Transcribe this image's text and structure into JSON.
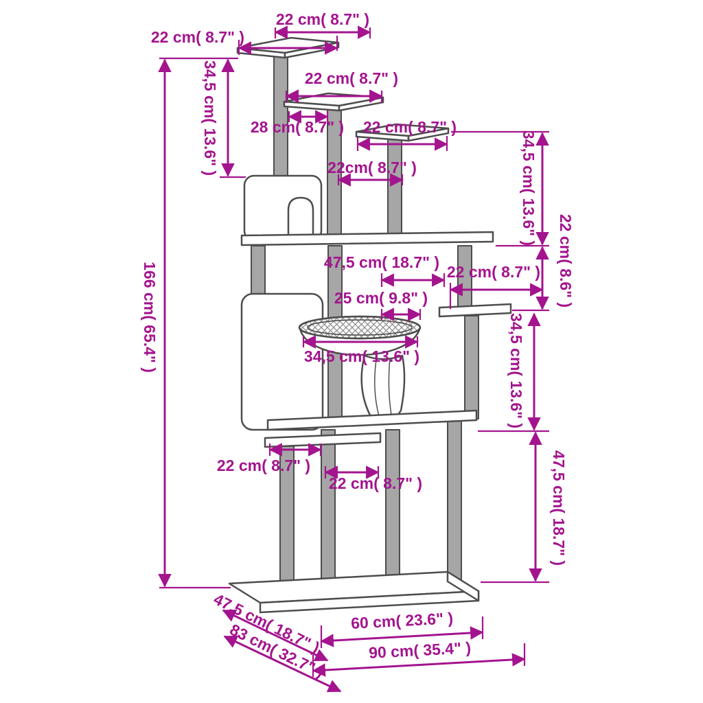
{
  "diagram": {
    "subject": "cat-tree-with-scratching-posts-dimension-diagram",
    "units": [
      "cm",
      "inches"
    ],
    "colors": {
      "dimension": "#a3148e",
      "structure_stroke": "#4d4d4d",
      "post_fill": "#a6a6a6",
      "background": "#ffffff"
    }
  },
  "labels": [
    {
      "name": "top-platform-width",
      "text": "22 cm( 8.7\" )"
    },
    {
      "name": "top-gap-width",
      "text": "22 cm( 8.7\" )"
    },
    {
      "name": "upper-left-height",
      "text": "34,5 cm( 13.6\" )"
    },
    {
      "name": "second-platform-width",
      "text": "22 cm( 8.7\" )"
    },
    {
      "name": "post-spacing-width",
      "text": "28 cm( 8.7\" )"
    },
    {
      "name": "third-platform-width",
      "text": "22 cm( 8.7\" )"
    },
    {
      "name": "third-platform-depth",
      "text": "22cm( 8.7\" )"
    },
    {
      "name": "upper-right-height",
      "text": "34,5 cm( 13.6\" )"
    },
    {
      "name": "right-mid-height",
      "text": "22 cm( 8.6\" )"
    },
    {
      "name": "total-height",
      "text": "166 cm( 65.4\" )"
    },
    {
      "name": "middle-platform-depth",
      "text": "47,5 cm( 18.7\" )"
    },
    {
      "name": "right-platform-width",
      "text": "22 cm( 8.7\" )"
    },
    {
      "name": "basket-width",
      "text": "25 cm( 9.8\" )"
    },
    {
      "name": "basket-rim-width",
      "text": "34,5 cm( 13.6\" )"
    },
    {
      "name": "right-lower-mid-height",
      "text": "34,5 cm( 13.6\" )"
    },
    {
      "name": "lower-right-height",
      "text": "47,5 cm( 18.7\" )"
    },
    {
      "name": "lower-left-platform-width",
      "text": "22 cm( 8.7\" )"
    },
    {
      "name": "lower-center-platform-width",
      "text": "22 cm( 8.7\" )"
    },
    {
      "name": "base-depth-front",
      "text": "47,5 cm( 18.7\" )"
    },
    {
      "name": "base-depth-total",
      "text": "83 cm( 32.7\" )"
    },
    {
      "name": "base-width-front",
      "text": "60 cm( 23.6\" )"
    },
    {
      "name": "base-width-total",
      "text": "90 cm( 35.4\" )"
    }
  ]
}
